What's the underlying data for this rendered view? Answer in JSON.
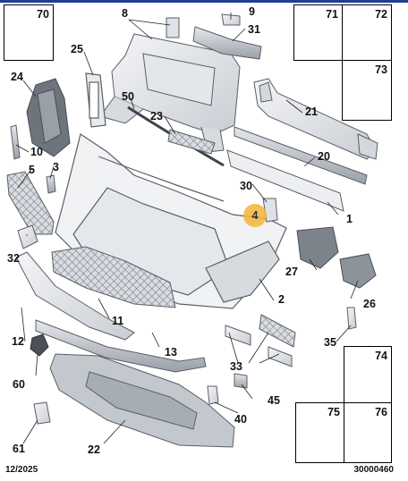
{
  "callouts": {
    "c1": "1",
    "c2": "2",
    "c3": "3",
    "c4": "4",
    "c5": "5",
    "c8": "8",
    "c9": "9",
    "c10": "10",
    "c11": "11",
    "c12": "12",
    "c13": "13",
    "c20": "20",
    "c21": "21",
    "c22": "22",
    "c23": "23",
    "c24": "24",
    "c25": "25",
    "c26": "26",
    "c27": "27",
    "c30": "30",
    "c31": "31",
    "c32": "32",
    "c33": "33",
    "c35": "35",
    "c40": "40",
    "c45": "45",
    "c50": "50",
    "c60": "60",
    "c61": "61"
  },
  "fastener_boxes": {
    "b70": "70",
    "b71": "71",
    "b72": "72",
    "b73": "73",
    "b74": "74",
    "b75": "75",
    "b76": "76"
  },
  "footer": {
    "date": "12/2025",
    "ref": "30000460"
  },
  "colors": {
    "top_rule": "#1f3f8f",
    "highlight": "#f3b53a",
    "line": "#5a5f66",
    "fill": "#eef0f3"
  }
}
